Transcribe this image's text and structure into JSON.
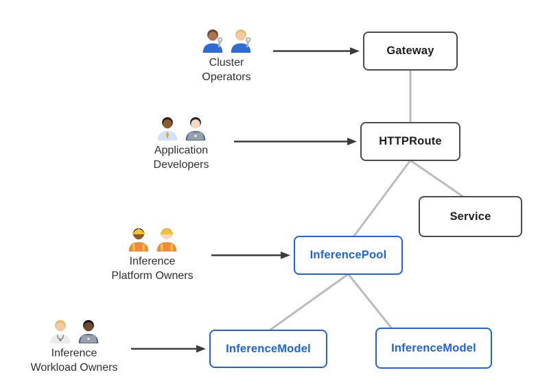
{
  "diagram": {
    "colors": {
      "background": "#ffffff",
      "dark_node_border": "#4a4a4a",
      "dark_node_text": "#1d1d1f",
      "blue_node": "#1a63e8",
      "connector": "#bbbbbb",
      "arrow": "#3c3c3c",
      "persona_text": "#2e2e2e"
    },
    "nodes": [
      {
        "id": "gateway",
        "label": "Gateway",
        "variant": "dark"
      },
      {
        "id": "httproute",
        "label": "HTTPRoute",
        "variant": "dark"
      },
      {
        "id": "service",
        "label": "Service",
        "variant": "dark"
      },
      {
        "id": "inferencepool",
        "label": "InferencePool",
        "variant": "blue"
      },
      {
        "id": "inferencemodel-left",
        "label": "InferenceModel",
        "variant": "blue"
      },
      {
        "id": "inferencemodel-right",
        "label": "InferenceModel",
        "variant": "blue"
      }
    ],
    "personas": [
      {
        "id": "cluster-operators",
        "label_lines": [
          "Cluster",
          "Operators"
        ],
        "points_to": "gateway",
        "icons": [
          {
            "name": "man-mechanic-icon",
            "skin": "#a9744f",
            "hair": "#6b4226",
            "shirt": "#2e6bd6",
            "accessory": "wrench"
          },
          {
            "name": "woman-mechanic-icon",
            "skin": "#f2c9a0",
            "hair": "#e3bd62",
            "shirt": "#2e6bd6",
            "accessory": "wrench"
          }
        ]
      },
      {
        "id": "application-developers",
        "label_lines": [
          "Application",
          "Developers"
        ],
        "points_to": "httproute",
        "icons": [
          {
            "name": "man-office-worker-icon",
            "skin": "#8d5a2b",
            "hair": "#26211e",
            "shirt": "#cfe2f6",
            "accessory": "tie"
          },
          {
            "name": "woman-technologist-icon",
            "skin": "#f4d8c2",
            "hair": "#26211e",
            "shirt": "#3c5fae",
            "accessory": "laptop"
          }
        ]
      },
      {
        "id": "inference-platform-owners",
        "label_lines": [
          "Inference",
          "Platform Owners"
        ],
        "points_to": "inferencepool",
        "icons": [
          {
            "name": "woman-construction-worker-icon",
            "skin": "#8d5a2b",
            "hair": "#26211e",
            "shirt": "#ef8a3c",
            "hat": "#f4c430",
            "accessory": "vest"
          },
          {
            "name": "man-construction-worker-icon",
            "skin": "#f4d8c2",
            "hair": "#c9a25e",
            "shirt": "#ef8a3c",
            "hat": "#f4c430",
            "accessory": "vest"
          }
        ]
      },
      {
        "id": "inference-workload-owners",
        "label_lines": [
          "Inference",
          "Workload Owners"
        ],
        "points_to": "inferencemodel-left",
        "icons": [
          {
            "name": "health-worker-icon",
            "skin": "#f2c9a0",
            "hair": "#e3bd62",
            "shirt": "#ececec",
            "accessory": "stethoscope"
          },
          {
            "name": "man-technologist-icon",
            "skin": "#6e4a2a",
            "hair": "#141414",
            "shirt": "#3c5fae",
            "accessory": "laptop"
          }
        ]
      }
    ],
    "edges": [
      {
        "from": "gateway",
        "to": "httproute"
      },
      {
        "from": "httproute",
        "to": "service",
        "to_fx": 0.43
      },
      {
        "from": "httproute",
        "to": "inferencepool",
        "to_fx": 0.55
      },
      {
        "from": "inferencepool",
        "to": "inferencemodel-left",
        "to_fx": 0.51
      },
      {
        "from": "inferencepool",
        "to": "inferencemodel-right",
        "to_fx": 0.14
      }
    ]
  }
}
